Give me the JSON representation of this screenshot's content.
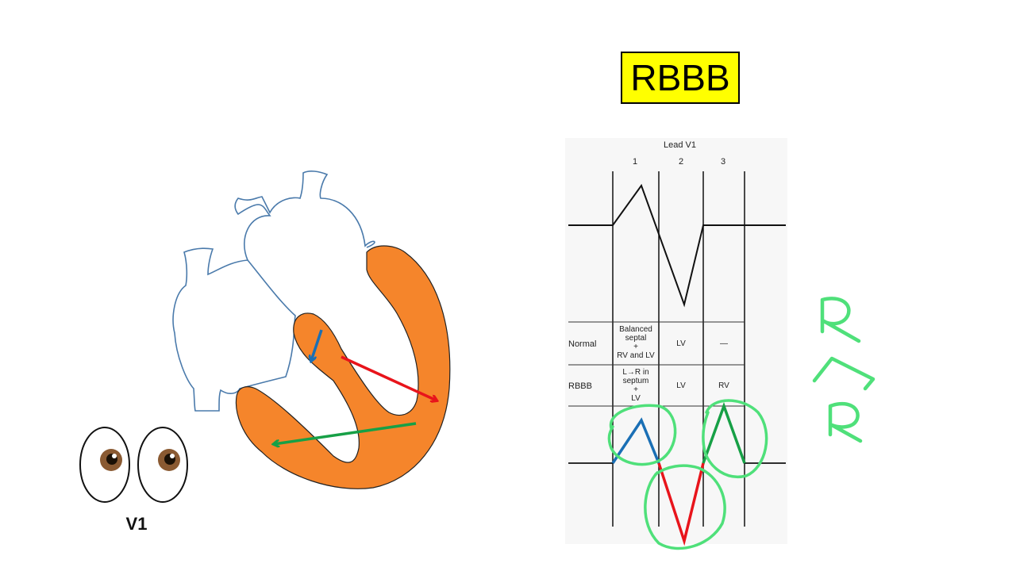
{
  "title": "RBBB",
  "table": {
    "header": "Lead V1",
    "columns": [
      "1",
      "2",
      "3"
    ],
    "rows": [
      {
        "label": "Normal",
        "cells": [
          "Balanced\nseptal\n+\nRV and LV",
          "LV",
          "—"
        ]
      },
      {
        "label": "RBBB",
        "cells": [
          "L→R in\nseptum\n+\nLV",
          "LV",
          "RV"
        ]
      }
    ]
  },
  "annotation": {
    "top": "R",
    "bottom": "R"
  },
  "eyes_label": "V1",
  "colors": {
    "highlight": "#ffff00",
    "myocardium": "#f5852b",
    "heart_outline": "#4a7aab",
    "vector_septal": "#1a6fb5",
    "vector_rv": "#e8141b",
    "vector_lv": "#17a046",
    "annotation": "#4fe07a"
  }
}
